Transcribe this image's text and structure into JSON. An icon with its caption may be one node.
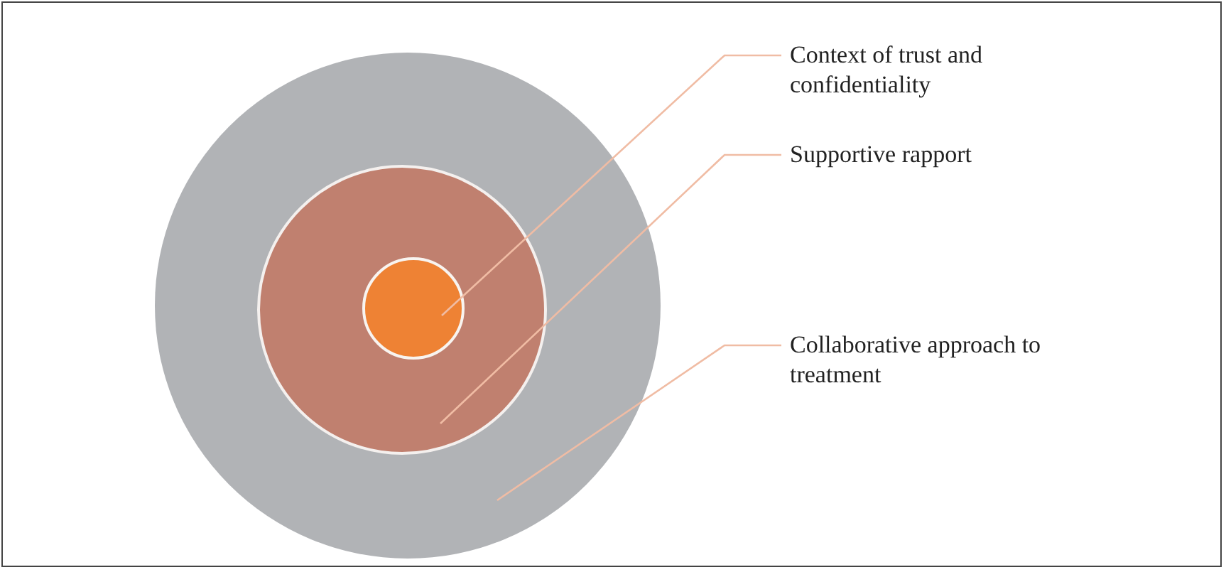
{
  "diagram": {
    "nodes": [
      {
        "text": [],
        "shape": "circle"
      },
      {
        "text": [],
        "shape": "circle",
        "in": 0
      },
      {
        "text": [],
        "shape": "circle",
        "in": 1
      },
      {
        "text": [
          "Context of trust and confidentiality"
        ]
      },
      {
        "text": [
          "Supportive rapport"
        ]
      },
      {
        "text": [
          "Collaborative approach to treatment"
        ]
      }
    ],
    "edges": [
      {
        "from": 3,
        "to": 2,
        "arrow": "none"
      },
      {
        "from": 4,
        "to": 1,
        "arrow": "none"
      },
      {
        "from": 5,
        "to": 0,
        "arrow": "none"
      }
    ]
  }
}
